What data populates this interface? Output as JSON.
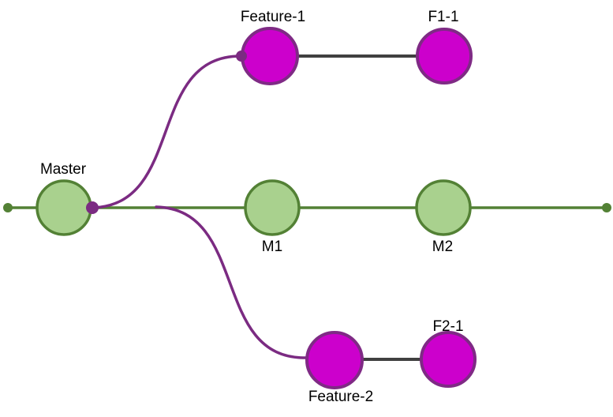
{
  "diagram": {
    "branches": [
      {
        "name": "Master",
        "commits": [
          "M1",
          "M2"
        ]
      },
      {
        "name": "Feature-1",
        "commits": [
          "F1-1"
        ]
      },
      {
        "name": "Feature-2",
        "commits": [
          "F2-1"
        ]
      }
    ],
    "colors": {
      "master_line": "#538135",
      "master_node_fill": "#a9d18e",
      "master_node_stroke": "#538135",
      "feature_node_fill": "#cc00cc",
      "feature_node_stroke": "#7f2a85",
      "branch_curve": "#7b2b82",
      "commit_connector": "#404040",
      "label_text": "#000000",
      "background": "#ffffff"
    }
  }
}
